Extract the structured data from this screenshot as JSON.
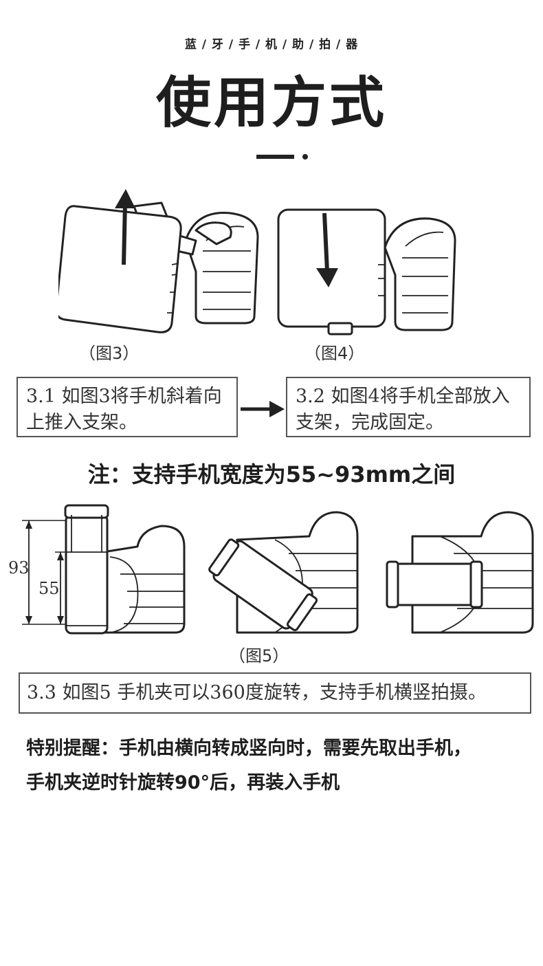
{
  "header": {
    "subtitle": "蓝 / 牙 / 手 / 机 / 助 / 拍 / 器",
    "title": "使用方式"
  },
  "figures": {
    "fig3_caption": "（图3）",
    "fig4_caption": "（图4）",
    "fig5_caption": "（图5）"
  },
  "steps": {
    "step_3_1": "3.1 如图3将手机斜着向上推入支架。",
    "step_3_2": "3.2 如图4将手机全部放入支架，完成固定。",
    "step_3_3": "3.3 如图5 手机夹可以360度旋转，支持手机横竖拍摄。"
  },
  "note": "注：支持手机宽度为55~93mm之间",
  "dimensions": {
    "outer": "93",
    "inner": "55"
  },
  "reminder": {
    "line1": "特别提醒：手机由横向转成竖向时，需要先取出手机，",
    "line2": "手机夹逆时针旋转90°后，再装入手机"
  }
}
